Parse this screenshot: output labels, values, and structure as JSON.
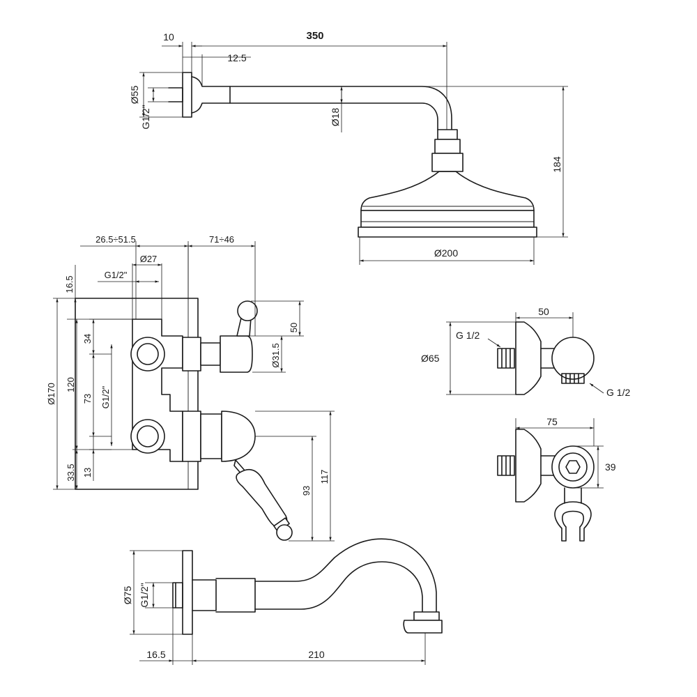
{
  "shower_arm": {
    "dim_length": "350",
    "dim_flange": "10",
    "dim_collar": "12.5",
    "dim_flange_dia": "Ø55",
    "dim_thread": "G1/2\"",
    "dim_pipe_dia": "Ø18",
    "dim_height": "184",
    "dim_head_dia": "Ø200"
  },
  "valve": {
    "dim_depth_range": "26.5÷51.5",
    "dim_projection_range": "71÷46",
    "dim_body_dia": "Ø27",
    "dim_thread_top": "G1/2\"",
    "dim_top_offset": "16.5",
    "dim_plate_height": "Ø170",
    "dim_span_120": "120",
    "dim_34": "34",
    "dim_73": "73",
    "dim_thread_side": "G1/2\"",
    "dim_bottom_offset": "33.5",
    "dim_13": "13",
    "dim_handle_top": "50",
    "dim_spindle_dia": "Ø31.5",
    "dim_93": "93",
    "dim_117": "117"
  },
  "wall_outlet": {
    "dim_depth": "50",
    "thread_in": "G 1/2",
    "dim_flange_dia": "Ø65",
    "thread_out": "G 1/2",
    "dim_width": "75",
    "dim_39": "39"
  },
  "spout": {
    "dim_flange_dia": "Ø75",
    "dim_thread": "G1/2\"",
    "dim_offset": "16.5",
    "dim_reach": "210"
  }
}
